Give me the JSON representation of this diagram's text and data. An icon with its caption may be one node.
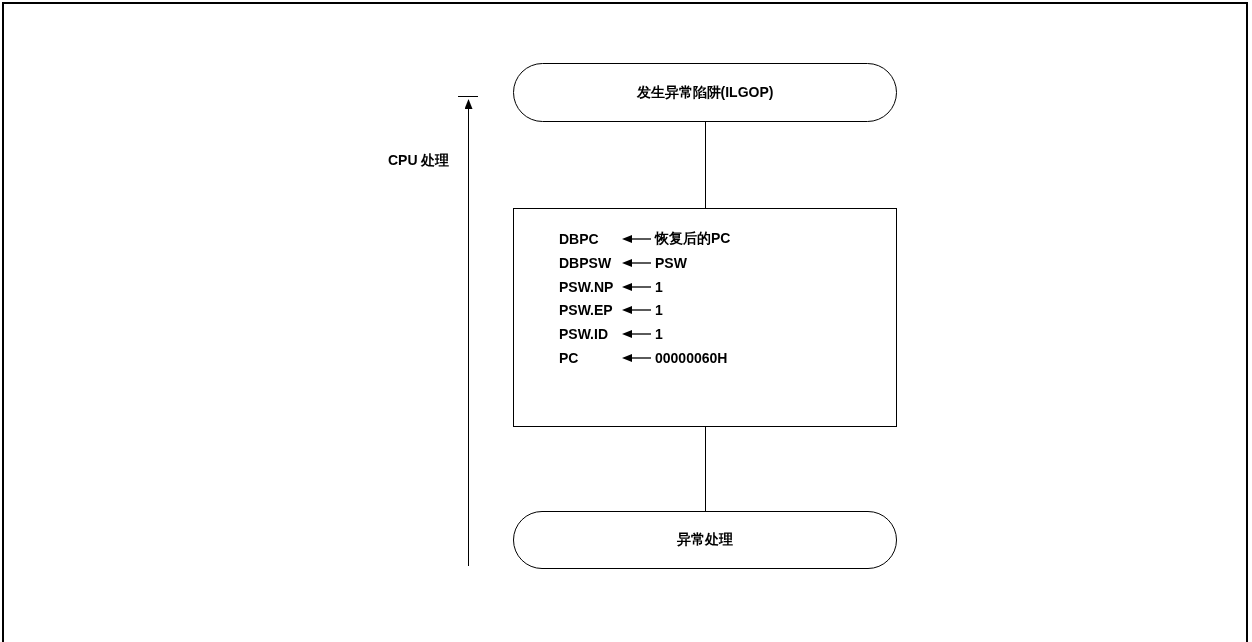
{
  "diagram": {
    "nodes": [
      {
        "text": [
          "发生异常陷阱(ILGOP)"
        ]
      },
      {
        "text": [
          "DBPC",
          "恢复后的PC",
          "DBPSW",
          "PSW",
          "PSW.NP",
          "1",
          "PSW.EP",
          "1",
          "PSW.ID",
          "1",
          "PC",
          "00000060H"
        ]
      },
      {
        "text": [
          "异常处理"
        ]
      }
    ],
    "edges": [
      {
        "from": 0,
        "to": 1,
        "arrow": "none"
      },
      {
        "from": 1,
        "to": 2,
        "arrow": "none"
      }
    ],
    "labels": [
      "CPU 处理"
    ]
  }
}
